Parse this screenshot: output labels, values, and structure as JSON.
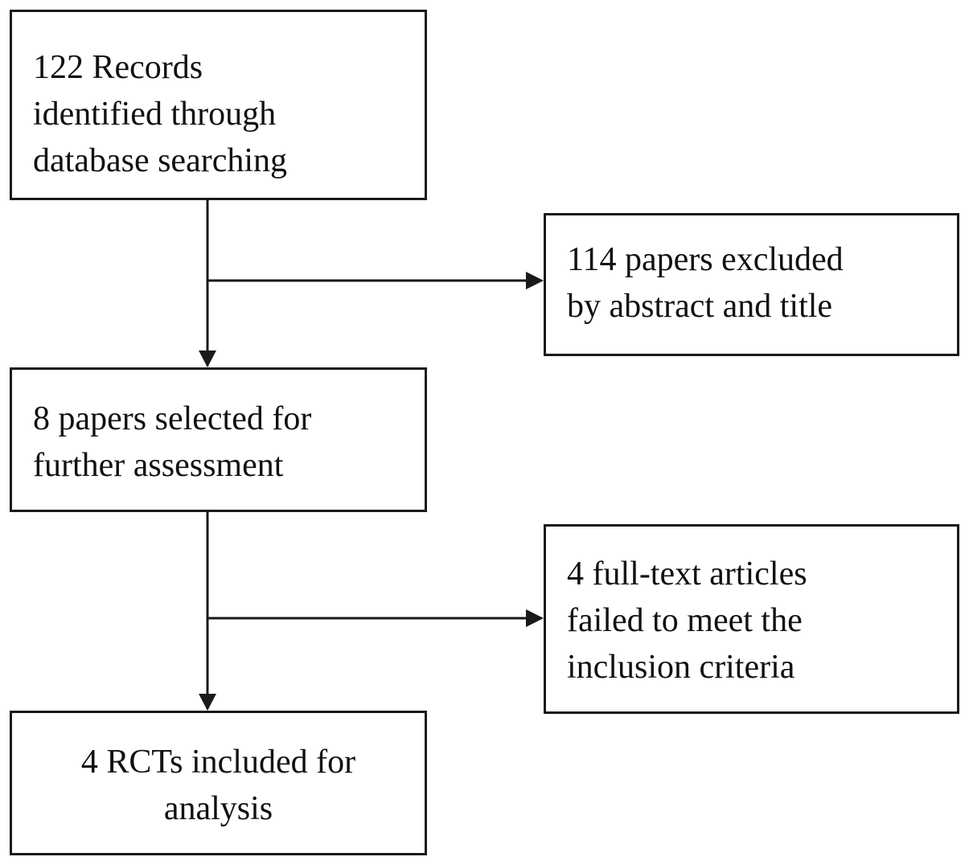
{
  "flowchart": {
    "records": {
      "lines": [
        "122 Records",
        "identified through",
        "database searching"
      ]
    },
    "excluded": {
      "lines": [
        "114 papers excluded",
        "by abstract and title"
      ]
    },
    "selected": {
      "lines": [
        "8 papers selected for",
        "further assessment"
      ]
    },
    "failed": {
      "lines": [
        "4 full-text articles",
        "failed to meet the",
        "inclusion criteria"
      ]
    },
    "included": {
      "lines": [
        "4 RCTs included for",
        "analysis"
      ]
    }
  },
  "colors": {
    "stroke": "#1a1a1a",
    "background": "#ffffff",
    "text": "#111111"
  }
}
